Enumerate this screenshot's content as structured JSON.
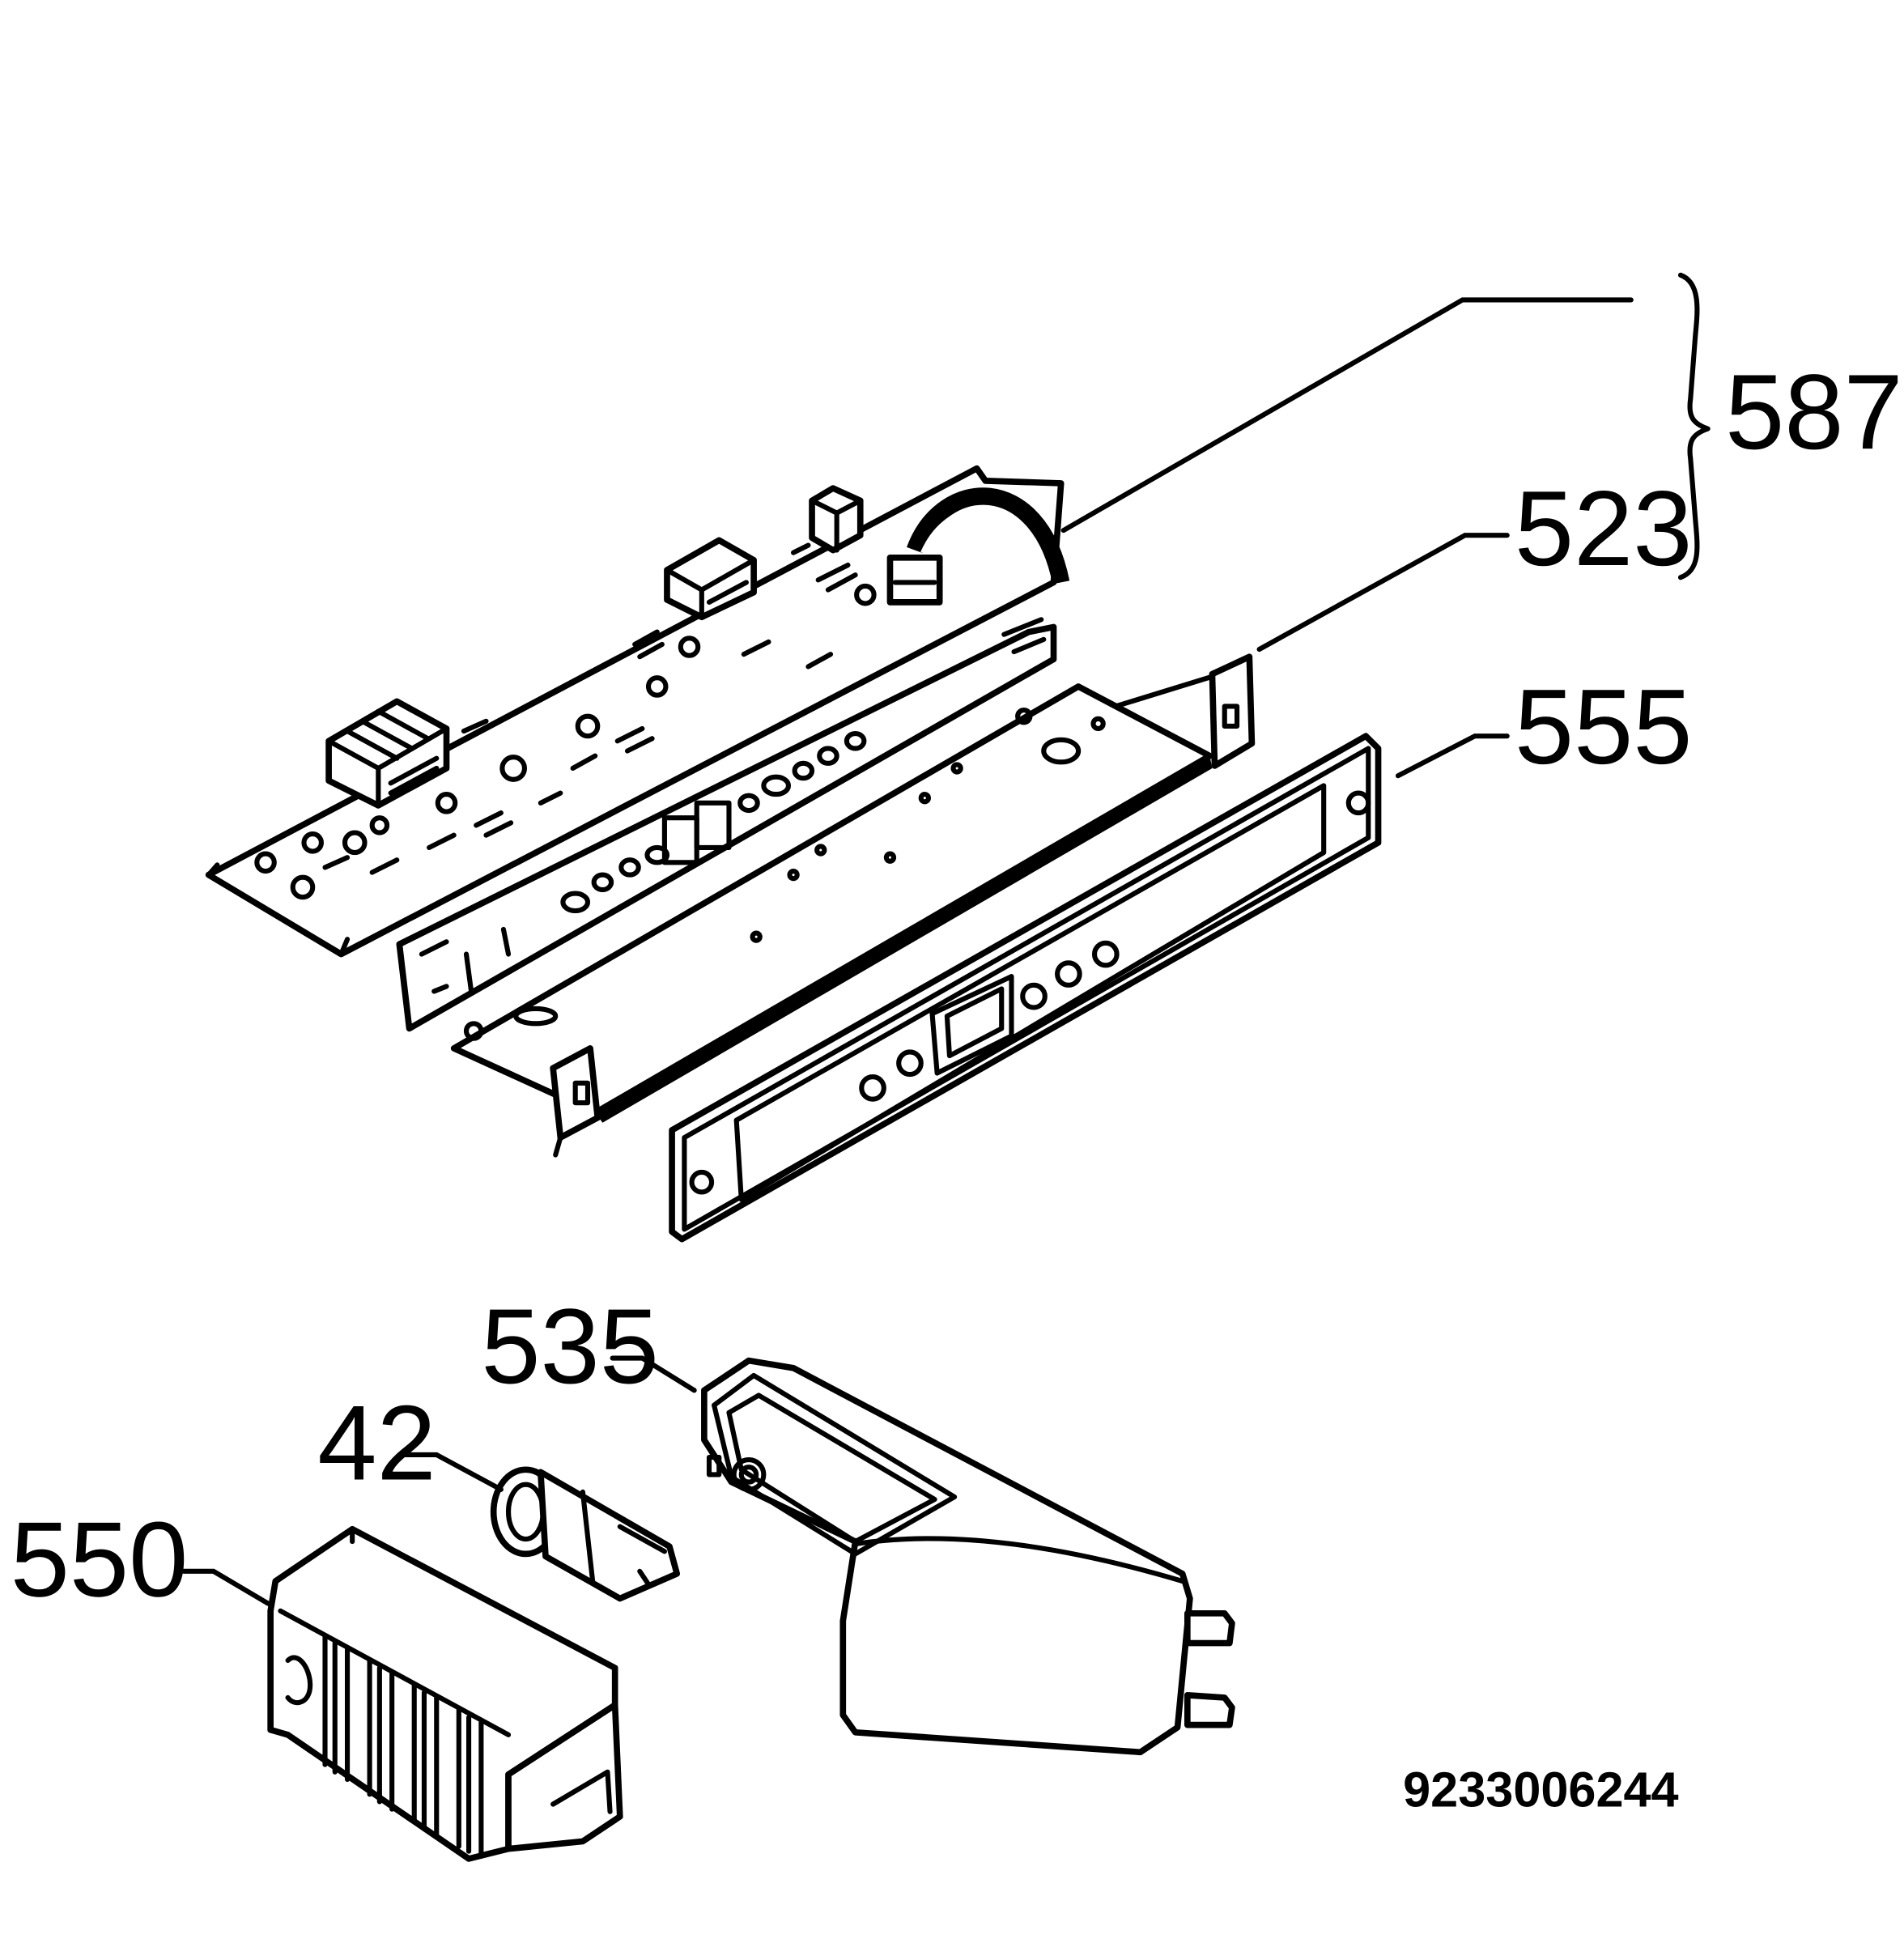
{
  "labels": {
    "p587": "587",
    "p523": "523",
    "p555": "555",
    "p535": "535",
    "p42": "42",
    "p550": "550"
  },
  "drawing_number": "9233006244",
  "colors": {
    "line": "#000000",
    "background": "#ffffff"
  }
}
